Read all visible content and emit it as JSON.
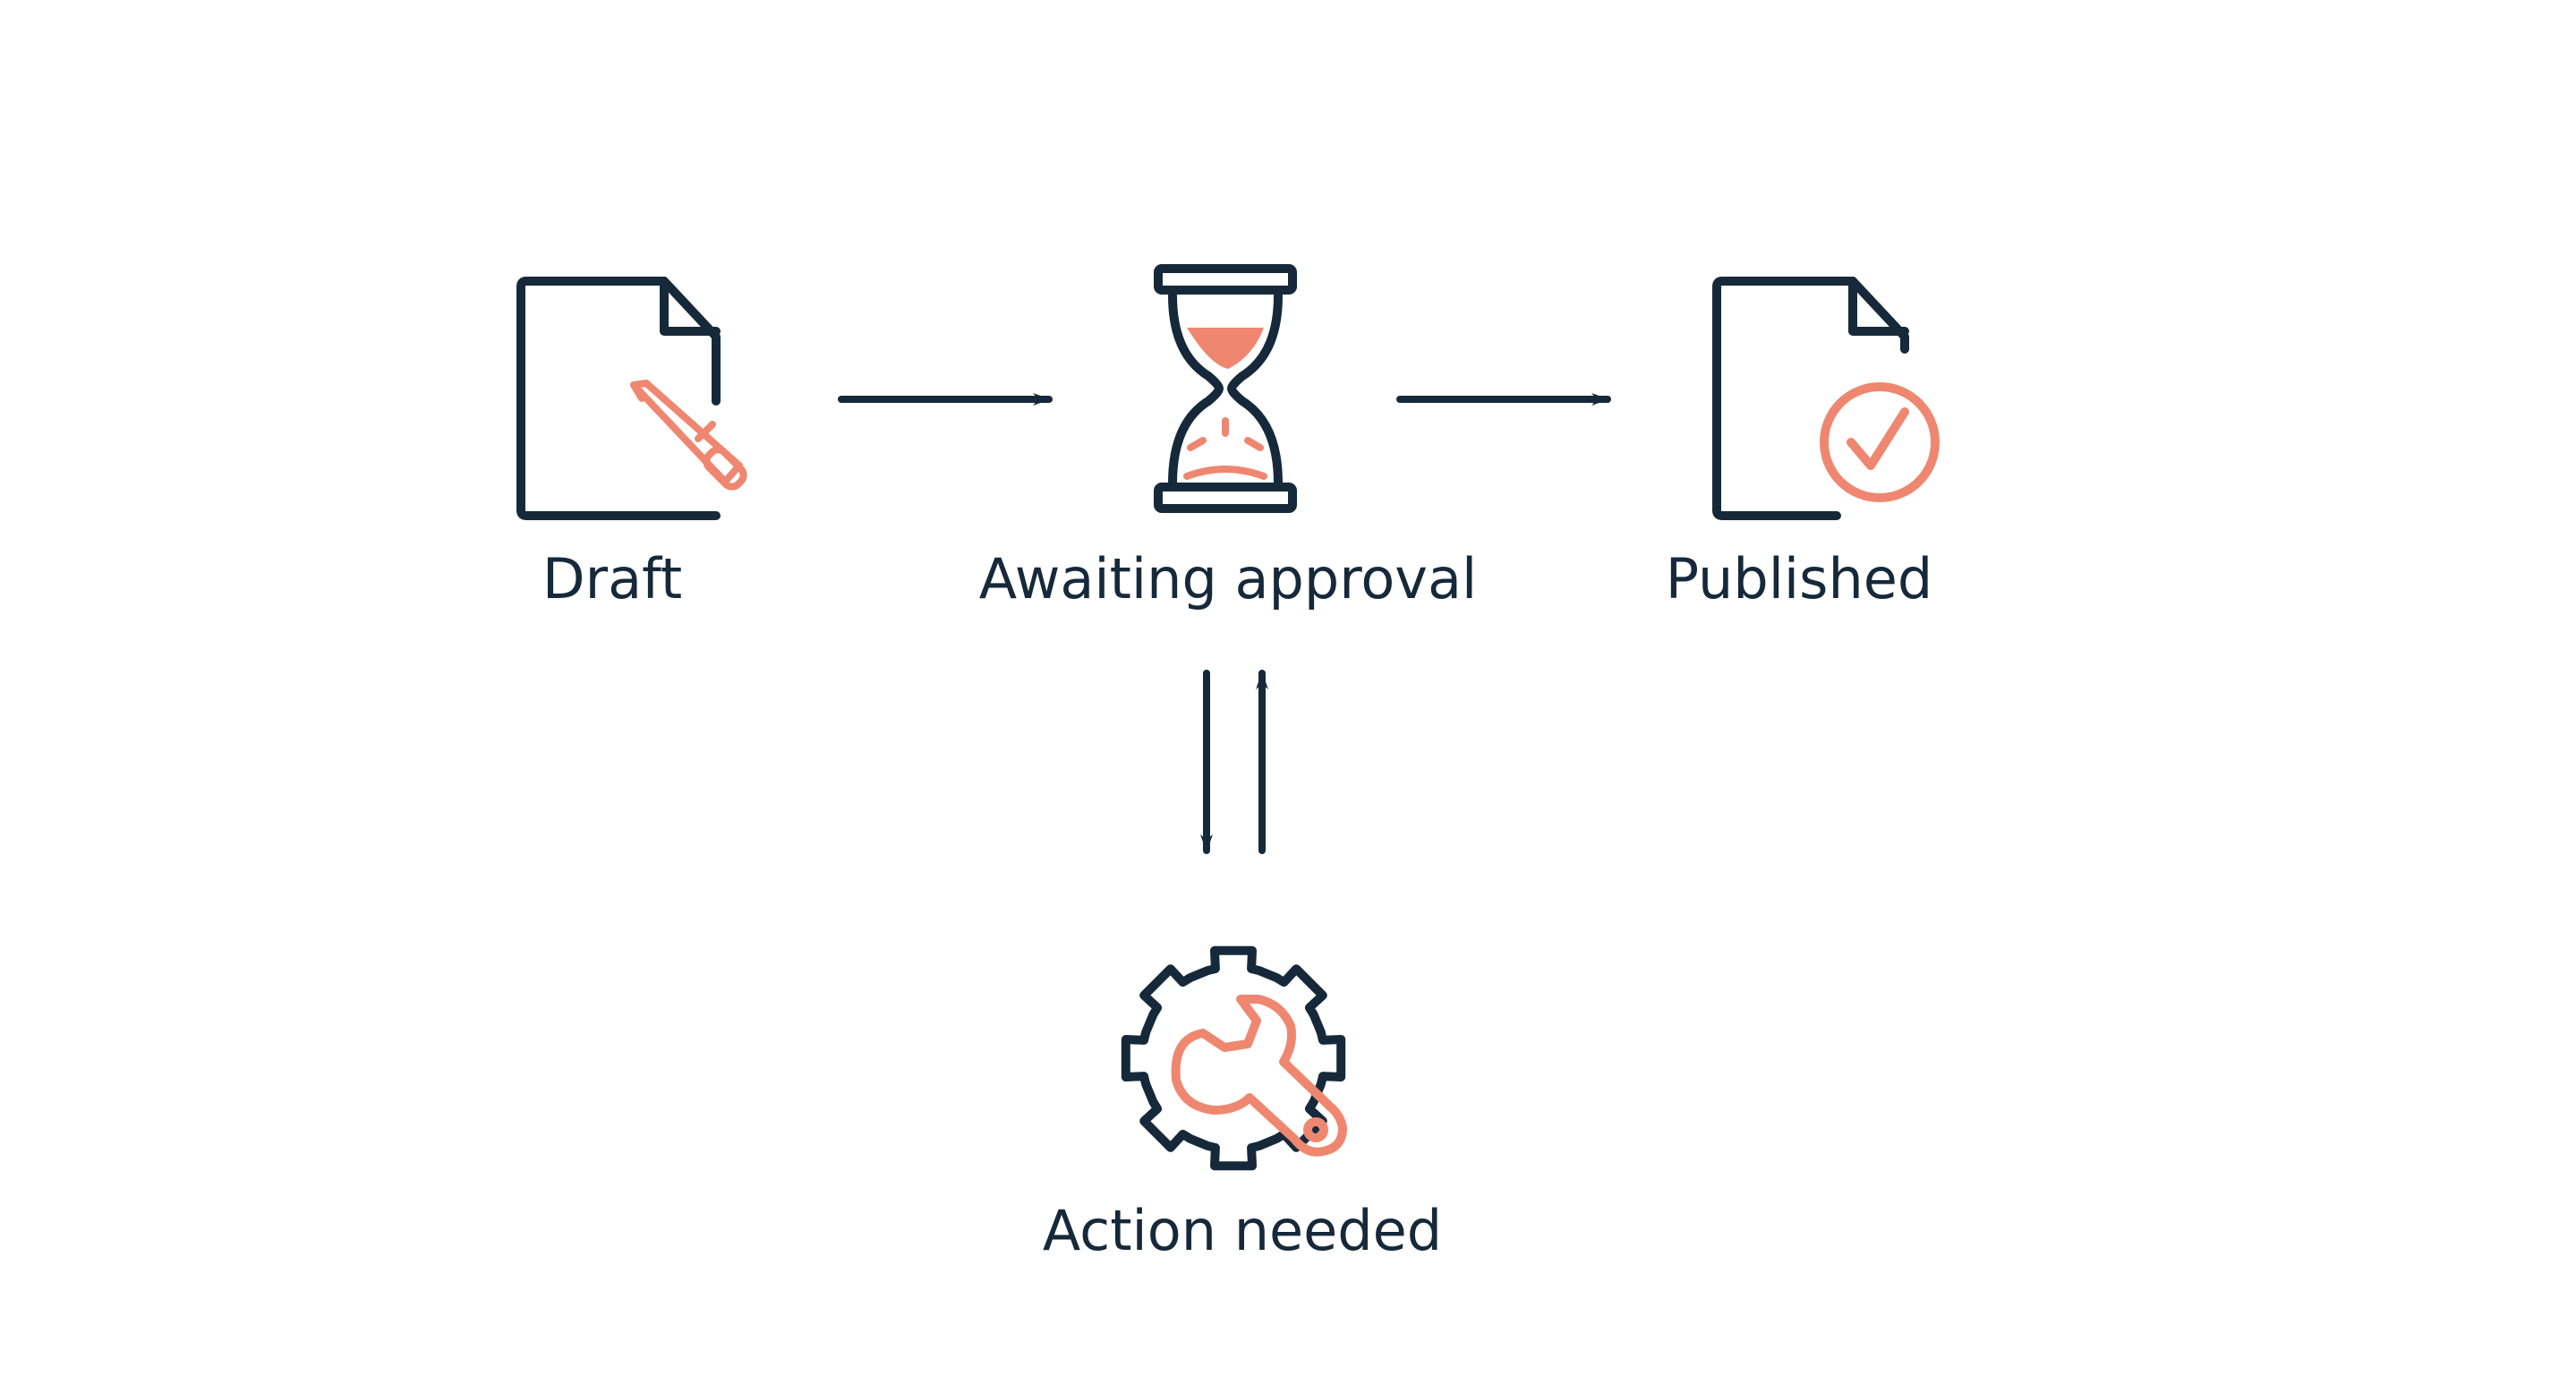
{
  "colors": {
    "ink": "#16293a",
    "accent": "#ef8770",
    "background": "#ffffff"
  },
  "states": {
    "draft": {
      "label": "Draft",
      "icon": "document-pen-icon"
    },
    "awaiting": {
      "label": "Awaiting approval",
      "icon": "hourglass-icon"
    },
    "published": {
      "label": "Published",
      "icon": "document-check-icon"
    },
    "action": {
      "label": "Action needed",
      "icon": "gear-wrench-icon"
    }
  },
  "transitions": [
    {
      "from": "Draft",
      "to": "Awaiting approval"
    },
    {
      "from": "Awaiting approval",
      "to": "Published"
    },
    {
      "from": "Awaiting approval",
      "to": "Action needed"
    },
    {
      "from": "Action needed",
      "to": "Awaiting approval"
    }
  ]
}
